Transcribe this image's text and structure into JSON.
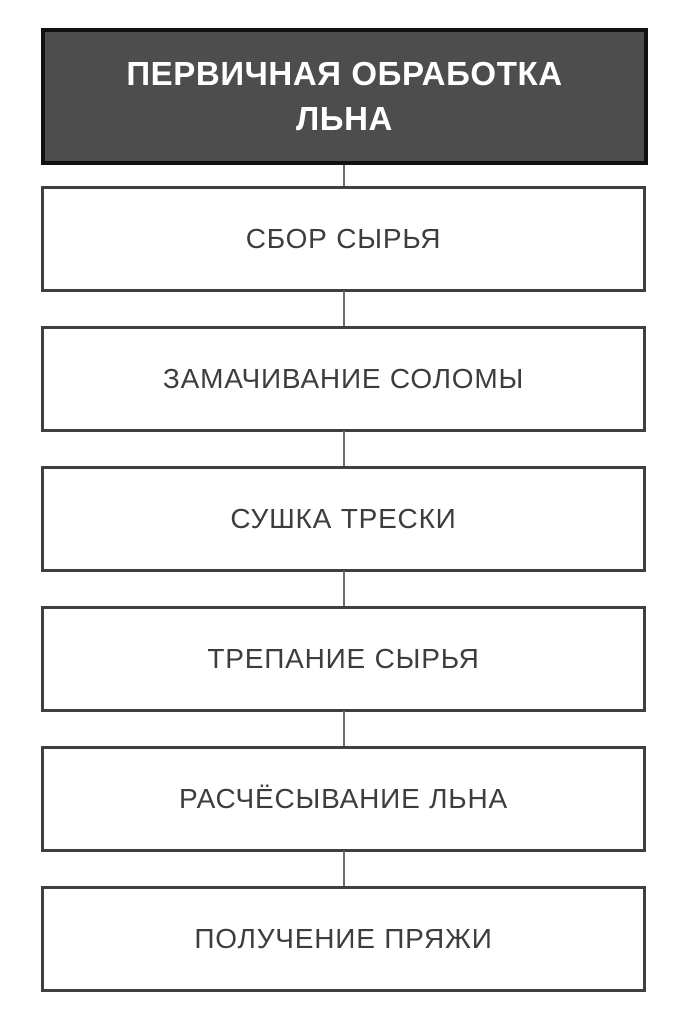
{
  "diagram": {
    "title": "ПЕРВИЧНАЯ ОБРАБОТКА ЛЬНА",
    "orientation": "vertical-top-down",
    "colors": {
      "header_fill": "#4d4d4d",
      "header_border": "#111111",
      "header_text": "#ffffff",
      "node_fill": "#ffffff",
      "node_border": "#3f3f3f",
      "node_text": "#3d3d3d",
      "connector": "#6e6e6e",
      "background": "#ffffff"
    },
    "header": {
      "label": "ПЕРВИЧНАЯ ОБРАБОТКА\nЛЬНА",
      "line1": "ПЕРВИЧНАЯ ОБРАБОТКА",
      "line2": "ЛЬНА"
    },
    "steps": [
      {
        "index": 1,
        "label": "СБОР СЫРЬЯ"
      },
      {
        "index": 2,
        "label": "ЗАМАЧИВАНИЕ СОЛОМЫ"
      },
      {
        "index": 3,
        "label": "СУШКА ТРЕСКИ"
      },
      {
        "index": 4,
        "label": "ТРЕПАНИЕ СЫРЬЯ"
      },
      {
        "index": 5,
        "label": "РАСЧЁСЫВАНИЕ ЛЬНА"
      },
      {
        "index": 6,
        "label": "ПОЛУЧЕНИЕ ПРЯЖИ"
      }
    ]
  }
}
